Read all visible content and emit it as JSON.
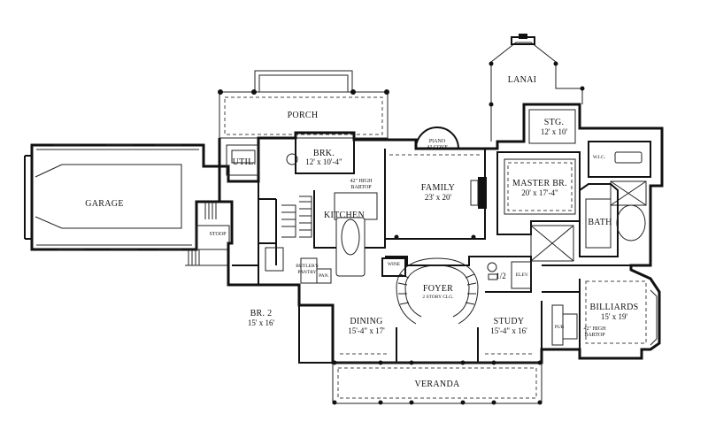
{
  "rooms": {
    "lanai": {
      "name": "LANAI"
    },
    "porch": {
      "name": "PORCH"
    },
    "stg": {
      "name": "STG.",
      "size": "12' x 10'"
    },
    "util": {
      "name": "UTIL."
    },
    "brk": {
      "name": "BRK.",
      "size": "12' x 10'-4\""
    },
    "piano": {
      "line1": "PIANO",
      "line2": "ALCOVE"
    },
    "wic": {
      "name": "W.I.C."
    },
    "master": {
      "name": "MASTER BR.",
      "size": "20' x 17'-4\""
    },
    "bartop1": {
      "line1": "42\" HIGH",
      "line2": "BARTOP"
    },
    "family": {
      "name": "FAMILY",
      "size": "23' x 20'"
    },
    "garage": {
      "name": "GARAGE"
    },
    "kitchen": {
      "name": "KITCHEN"
    },
    "bath": {
      "name": "BATH"
    },
    "stoop": {
      "name": "STOOP"
    },
    "wine": {
      "name": "WINE"
    },
    "half": {
      "name": "1/2"
    },
    "elev": {
      "name": "ELEV."
    },
    "butlers": {
      "line1": "BUTLER'S",
      "line2": "PANTRY"
    },
    "pan": {
      "name": "PAN."
    },
    "foyer": {
      "name": "FOYER",
      "note": "2 STORY CLG."
    },
    "billiards": {
      "name": "BILLIARDS",
      "size": "15' x 19'"
    },
    "br2": {
      "name": "BR. 2",
      "size": "15' x 16'"
    },
    "dining": {
      "name": "DINING",
      "size": "15'-4\" x 17'"
    },
    "study": {
      "name": "STUDY",
      "size": "15'-4\" x 16'"
    },
    "pub": {
      "name": "PUB"
    },
    "bartop2": {
      "line1": "42\" HIGH",
      "line2": "BARTOP"
    },
    "veranda": {
      "name": "VERANDA"
    }
  }
}
